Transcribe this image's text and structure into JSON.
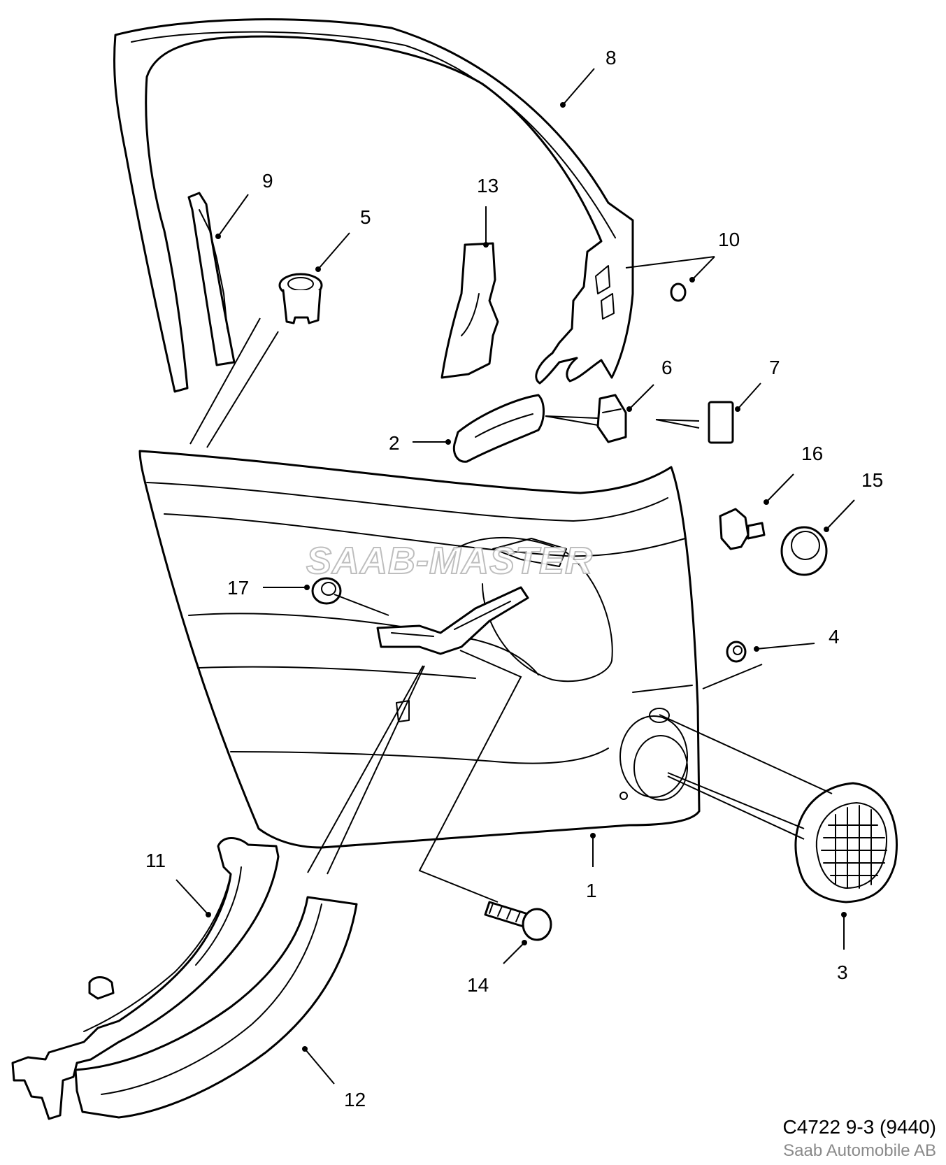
{
  "diagram": {
    "watermark": "SAAB-MASTER",
    "callouts": {
      "c1": "1",
      "c2": "2",
      "c3": "3",
      "c4": "4",
      "c5": "5",
      "c6": "6",
      "c7": "7",
      "c8": "8",
      "c9": "9",
      "c10": "10",
      "c11": "11",
      "c12": "12",
      "c13": "13",
      "c14": "14",
      "c15": "15",
      "c16": "16",
      "c17": "17"
    }
  },
  "footer": {
    "code": "C4722 9-3 (9440)",
    "company": "Saab Automobile AB"
  }
}
